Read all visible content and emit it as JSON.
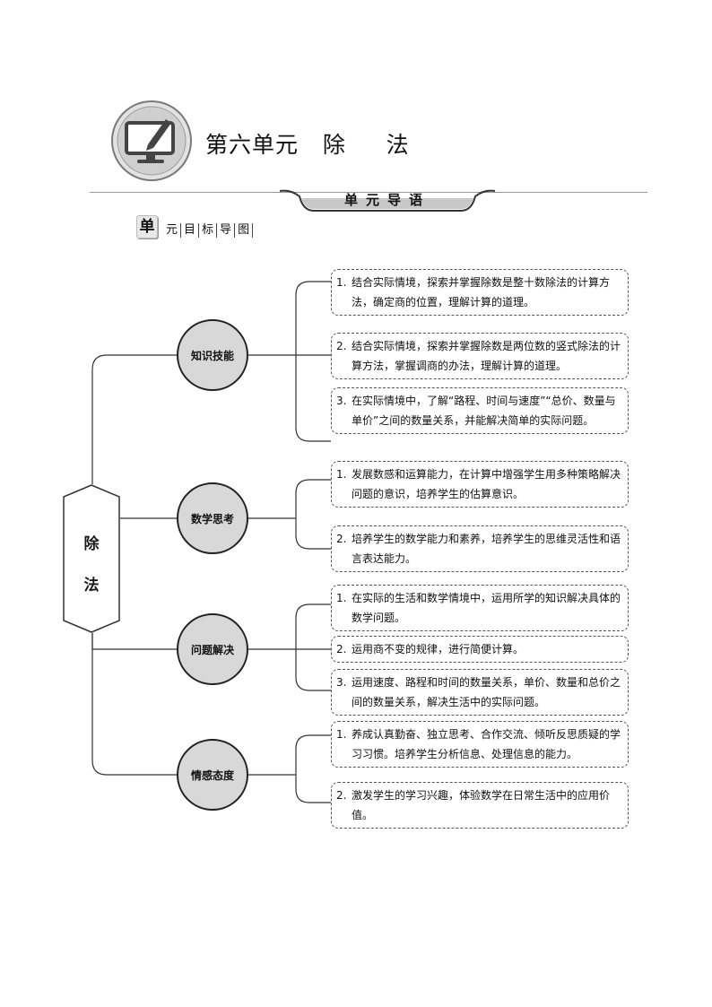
{
  "header": {
    "unit_title": "第六单元   除     法",
    "banner": "单元导语",
    "goal_label_first": "单",
    "goal_label_rest": [
      "元",
      "目",
      "标",
      "导",
      "图"
    ]
  },
  "mindmap": {
    "root": "除法",
    "root_chars": [
      "除",
      "法"
    ],
    "branches": [
      {
        "label": "知识技能",
        "items": [
          {
            "num": "1.",
            "text": "结合实际情境，探索并掌握除数是整十数除法的计算方法，确定商的位置，理解计算的道理。"
          },
          {
            "num": "2.",
            "text": "结合实际情境，探索并掌握除数是两位数的竖式除法的计算方法，掌握调商的办法，理解计算的道理。"
          },
          {
            "num": "3.",
            "text": "在实际情境中，了解“路程、时间与速度”“总价、数量与单价”之间的数量关系，并能解决简单的实际问题。"
          }
        ]
      },
      {
        "label": "数学思考",
        "items": [
          {
            "num": "1.",
            "text": "发展数感和运算能力，在计算中增强学生用多种策略解决问题的意识，培养学生的估算意识。"
          },
          {
            "num": "2.",
            "text": "培养学生的数学能力和素养，培养学生的思维灵活性和语言表达能力。"
          }
        ]
      },
      {
        "label": "问题解决",
        "items": [
          {
            "num": "1.",
            "text": "在实际的生活和数学情境中，运用所学的知识解决具体的数学问题。"
          },
          {
            "num": "2.",
            "text": "运用商不变的规律，进行简便计算。"
          },
          {
            "num": "3.",
            "text": "运用速度、路程和时间的数量关系，单价、数量和总价之间的数量关系，解决生活中的实际问题。"
          }
        ]
      },
      {
        "label": "情感态度",
        "items": [
          {
            "num": "1.",
            "text": "养成认真勤奋、独立思考、合作交流、倾听反思质疑的学习习惯。培养学生分析信息、处理信息的能力。"
          },
          {
            "num": "2.",
            "text": "激发学生的学习兴趣，体验数学在日常生活中的应用价值。"
          }
        ]
      }
    ]
  }
}
